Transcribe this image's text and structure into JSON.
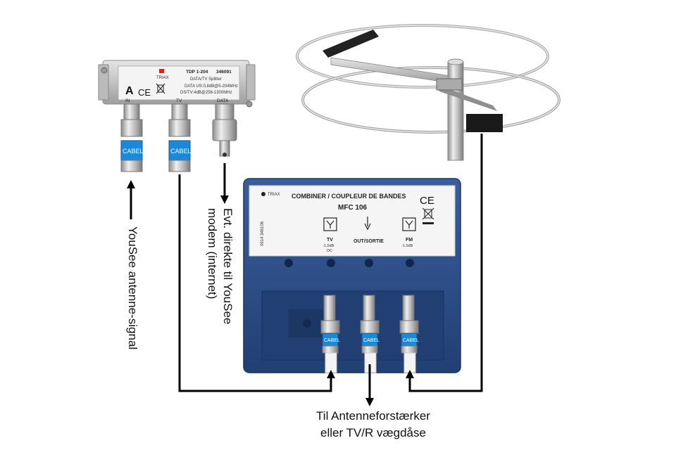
{
  "splitter": {
    "model": "TDP 1-204",
    "code": "346091",
    "title": "DATA/TV Splitter",
    "spec1": "DATA US:0,8dB@5-204MHz",
    "spec2": "DS/TV:4dB@258-1300MHz",
    "brand": "TRIAX",
    "class_letter": "A",
    "ce": "CE",
    "port_in": "IN",
    "port_tv": "TV",
    "port_data": "DATA",
    "connector_text": "CABEL"
  },
  "combiner": {
    "heading": "COMBINER / COUPLEUR DE BANDES",
    "model": "MFC 106",
    "brand": "TRIAX",
    "serial": "0914 346106",
    "ce": "CE",
    "tv_label": "TV",
    "tv_spec1": "-1.0dB",
    "tv_spec2": "DC",
    "out_label": "OUT/SORTIE",
    "fm_label": "FM",
    "fm_spec": "-1.0dB",
    "connector_text": "CABEL"
  },
  "labels": {
    "antenna_signal": "YouSee antenne-signal",
    "modem_line1": "Evt. direkte til YouSee",
    "modem_line2": "modem (internet)",
    "bottom_line1": "Til Antenneforstærker",
    "bottom_line2": "eller TV/R vægdåse"
  },
  "colors": {
    "combiner_blue": "#2b4e8c",
    "connector_blue": "#1e88d8",
    "metal": "#c9c9c9",
    "arrow": "#000000"
  }
}
